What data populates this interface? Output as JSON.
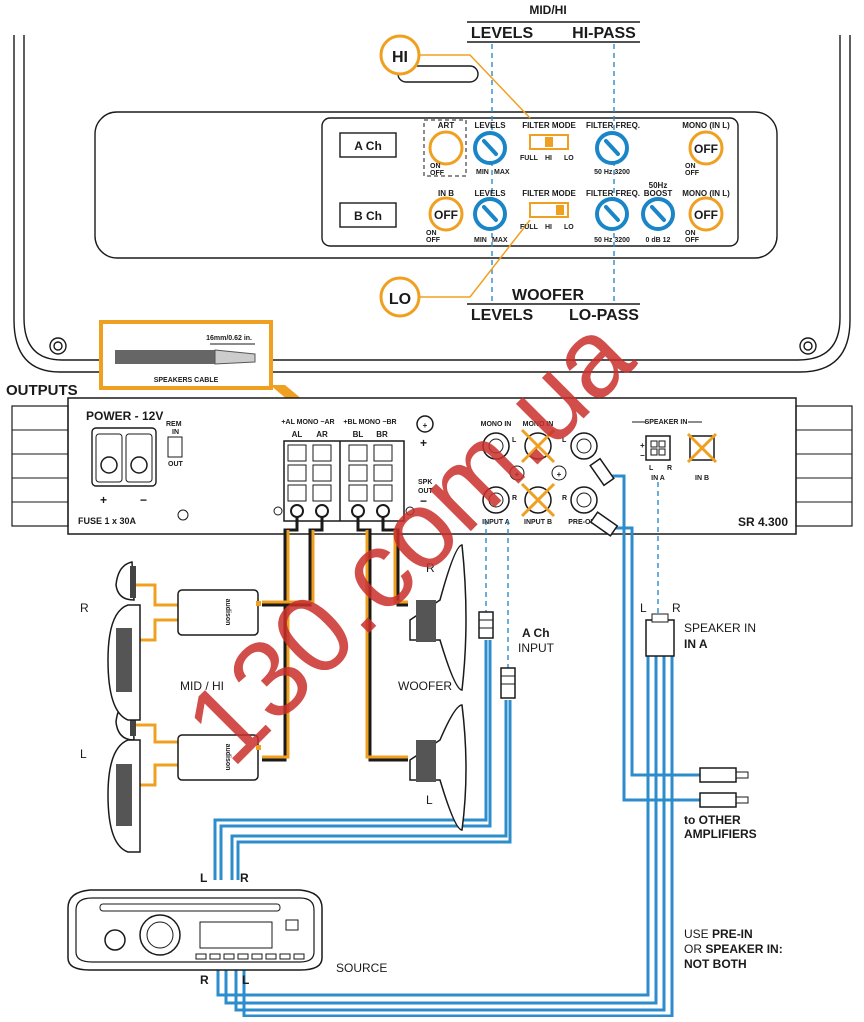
{
  "header": {
    "midhi": "MID/HI",
    "levels_top": "LEVELS",
    "hipass": "HI-PASS",
    "woofer": "WOOFER",
    "levels_bottom": "LEVELS",
    "lopass": "LO-PASS",
    "hi_badge": "HI",
    "lo_badge": "LO"
  },
  "control_panel": {
    "a_channel": "A Ch",
    "b_channel": "B Ch",
    "art": "ART",
    "in_b": "IN B",
    "levels": "LEVELS",
    "filter_mode": "FILTER MODE",
    "filter_freq": "FILTER FREQ.",
    "boost_top": "50Hz",
    "boost": "BOOST",
    "mono_in_l": "MONO (IN L)",
    "on": "ON",
    "off": "OFF",
    "min": "MIN",
    "max": "MAX",
    "full": "FULL",
    "hi": "HI",
    "lo": "LO",
    "freq_range": "50 Hz 3200",
    "boost_range": "0 dB 12",
    "knob_off": "OFF"
  },
  "cable": {
    "dimension": "16mm/0.62 in.",
    "label": "SPEAKERS CABLE"
  },
  "amp": {
    "outputs": "OUTPUTS",
    "power": "POWER - 12V",
    "rem": "REM",
    "rem_in": "IN",
    "rem_out": "OUT",
    "fuse": "FUSE 1 x 30A",
    "plus": "+",
    "minus": "−",
    "al_ar": "+AL MONO −AR",
    "bl_br": "+BL MONO −BR",
    "al": "AL",
    "ar": "AR",
    "bl": "BL",
    "br": "BR",
    "spk": "SPK",
    "out": "OUT",
    "mono_in": "MONO IN",
    "input_a": "INPUT A",
    "input_b": "INPUT B",
    "pre_out": "PRE-OUT",
    "speaker_in": "SPEAKER IN",
    "in_a": "IN A",
    "in_b": "IN B",
    "model": "SR 4.300",
    "l": "L",
    "r": "R"
  },
  "wiring": {
    "r": "R",
    "l": "L",
    "mid_hi": "MID / HI",
    "woofer": "WOOFER",
    "a_ch": "A Ch",
    "input": "INPUT",
    "speaker_in": "SPEAKER IN",
    "in_a": "IN A",
    "to_other": "to OTHER",
    "amplifiers": "AMPLIFIERS",
    "source": "SOURCE",
    "use_line1_a": "USE ",
    "use_line1_b": "PRE-IN",
    "use_line2_a": "OR ",
    "use_line2_b": "SPEAKER IN:",
    "use_line3": "NOT BOTH",
    "crossover_brand": "audison"
  },
  "watermark": "130.com.ua",
  "colors": {
    "blue_knob": "#1a86c8",
    "orange": "#f0a020",
    "wire_blue": "#2c8ccc",
    "watermark": "#c9302c"
  }
}
